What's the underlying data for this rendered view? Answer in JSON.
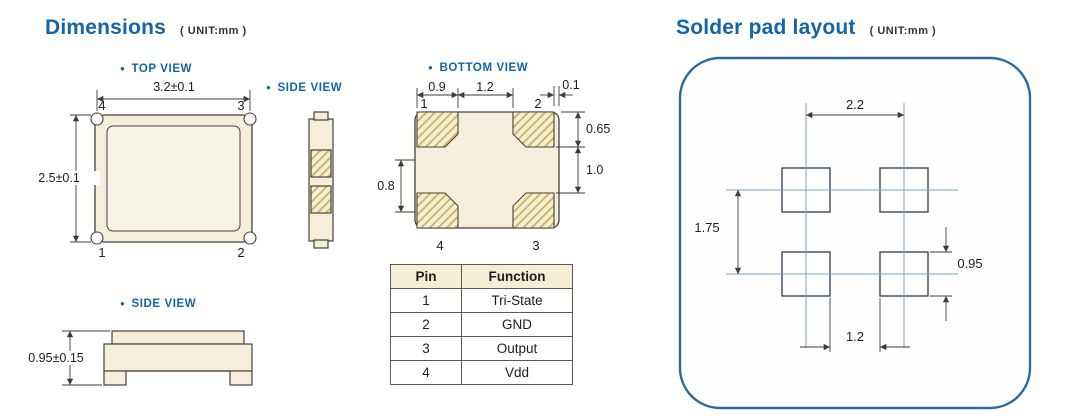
{
  "colors": {
    "accent_blue": "#1464a8",
    "drawing_fill": "#f4eeda",
    "hatch_line": "#c8b364",
    "outline": "#45423a",
    "solder_border": "#2a6a9f",
    "centerline": "#7fa3c2"
  },
  "dimensions": {
    "title": "Dimensions",
    "unit": "( UNIT:mm )",
    "top_view": {
      "label": "TOP VIEW",
      "width": "3.2±0.1",
      "height": "2.5±0.1",
      "pin_top_left": "4",
      "pin_top_right": "3",
      "pin_bottom_left": "1",
      "pin_bottom_right": "2"
    },
    "side_view_upper": {
      "label": "SIDE VIEW"
    },
    "side_view_lower": {
      "label": "SIDE VIEW",
      "height": "0.95±0.15"
    },
    "bottom_view": {
      "label": "BOTTOM VIEW",
      "pad_width": "0.9",
      "pad_gap": "1.2",
      "edge_offset": "0.1",
      "pad_height": "0.65",
      "pad_vgap": "1.0",
      "left_dim": "0.8",
      "pin_top_left": "1",
      "pin_top_right": "2",
      "pin_bottom_left": "4",
      "pin_bottom_right": "3"
    },
    "pin_table": {
      "header_pin": "Pin",
      "header_function": "Function",
      "rows": [
        {
          "pin": "1",
          "function": "Tri-State"
        },
        {
          "pin": "2",
          "function": "GND"
        },
        {
          "pin": "3",
          "function": "Output"
        },
        {
          "pin": "4",
          "function": "Vdd"
        }
      ]
    }
  },
  "solder": {
    "title": "Solder pad layout",
    "unit": "( UNIT:mm )",
    "dim_horizontal": "2.2",
    "dim_vertical": "1.75",
    "dim_pad_height": "0.95",
    "dim_pad_gap": "1.2"
  }
}
